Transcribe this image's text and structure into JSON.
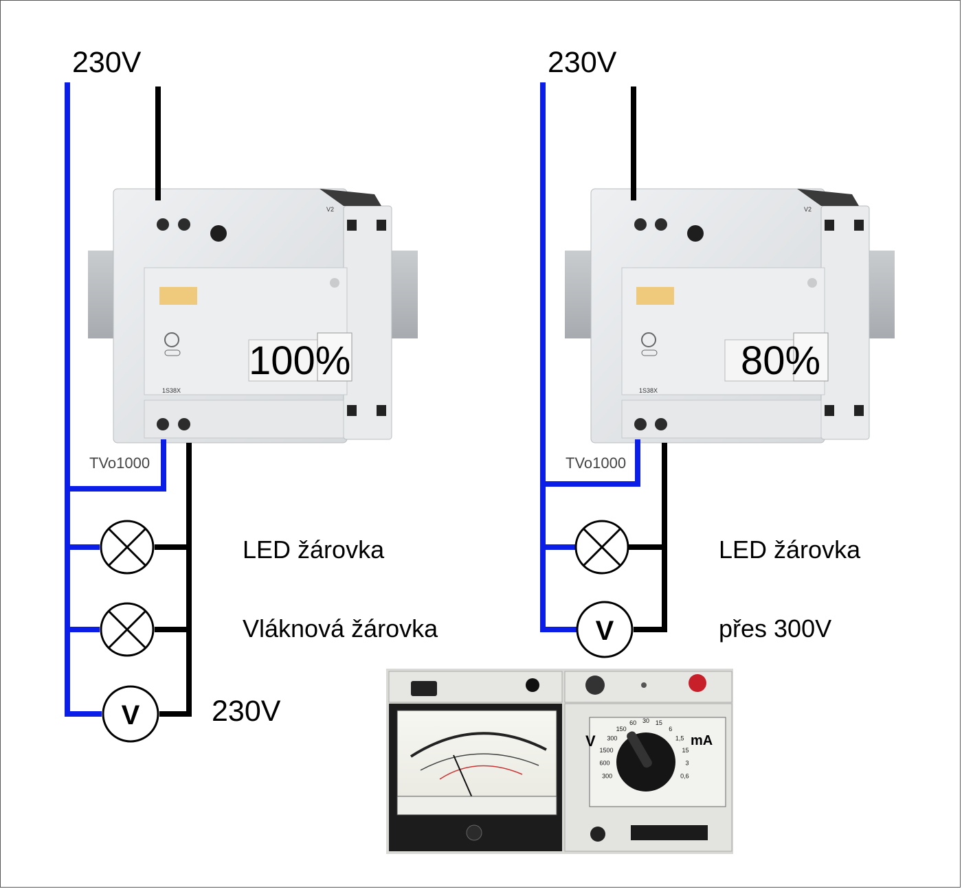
{
  "left": {
    "supply_label": "230V",
    "dimmer_level": "100%",
    "model_label": "TVo1000",
    "lamp1_label": "LED žárovka",
    "lamp2_label": "Vláknová žárovka",
    "voltmeter_symbol": "V",
    "voltage_reading": "230V"
  },
  "right": {
    "supply_label": "230V",
    "dimmer_level": "80%",
    "model_label": "TVo1000",
    "lamp1_label": "LED žárovka",
    "voltmeter_symbol": "V",
    "voltage_reading": "přes 300V"
  },
  "multimeter": {
    "left_scale_label": "V",
    "right_scale_label": "mA",
    "range_values": [
      "300",
      "600",
      "1500",
      "300",
      "150",
      "60",
      "30",
      "15",
      "6",
      "1,5",
      "15",
      "3",
      "0,6"
    ]
  },
  "colors": {
    "neutral_wire": "#0a1ee8",
    "phase_wire": "#000000",
    "device_body": "#e4e6e8",
    "background": "#ffffff"
  }
}
